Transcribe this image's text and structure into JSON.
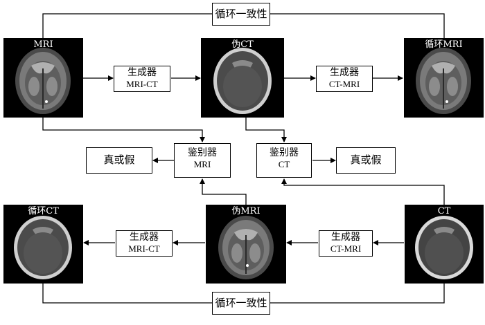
{
  "images": {
    "mri": "MRI",
    "fake_ct": "伪CT",
    "cycle_mri": "循环MRI",
    "cycle_ct": "循环CT",
    "fake_mri": "伪MRI",
    "ct": "CT"
  },
  "generators": {
    "top_mri_ct": {
      "title": "生成器",
      "sub": "MRI-CT"
    },
    "top_ct_mri": {
      "title": "生成器",
      "sub": "CT-MRI"
    },
    "bottom_mri_ct": {
      "title": "生成器",
      "sub": "MRI-CT"
    },
    "bottom_ct_mri": {
      "title": "生成器",
      "sub": "CT-MRI"
    }
  },
  "discriminators": {
    "mri": {
      "title": "鉴别器",
      "sub": "MRI"
    },
    "ct": {
      "title": "鉴别器",
      "sub": "CT"
    }
  },
  "outputs": {
    "left": "真或假",
    "right": "真或假"
  },
  "cycle": {
    "top": "循环一致性",
    "bottom": "循环一致性"
  },
  "colors": {
    "line": "#000000",
    "image_bg": "#000000"
  }
}
